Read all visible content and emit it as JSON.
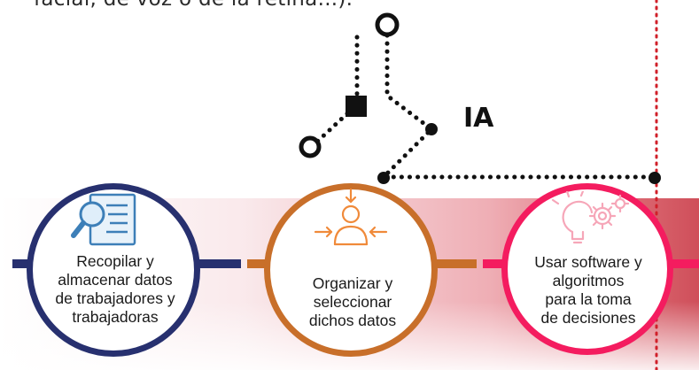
{
  "top_text": "facial, de voz o de la retina...).",
  "ia_label": "IA",
  "steps": [
    {
      "label": "Recopilar y\nalmacenar datos\nde trabajadores y\ntrabajadoras",
      "color": "#27306f",
      "icon": "document-search-icon"
    },
    {
      "label": "Organizar y\nseleccionar\ndichos  datos",
      "color": "#c86f2a",
      "icon": "person-arrows-icon"
    },
    {
      "label": "Usar software y\nalgoritmos\npara la toma\nde decisiones",
      "color": "#f41c5f",
      "icon": "lightbulb-gears-icon"
    }
  ],
  "colors": {
    "dotted_line": "#111111",
    "red_dotted_line": "#d0202a",
    "band_end": "#cf4f5a"
  }
}
